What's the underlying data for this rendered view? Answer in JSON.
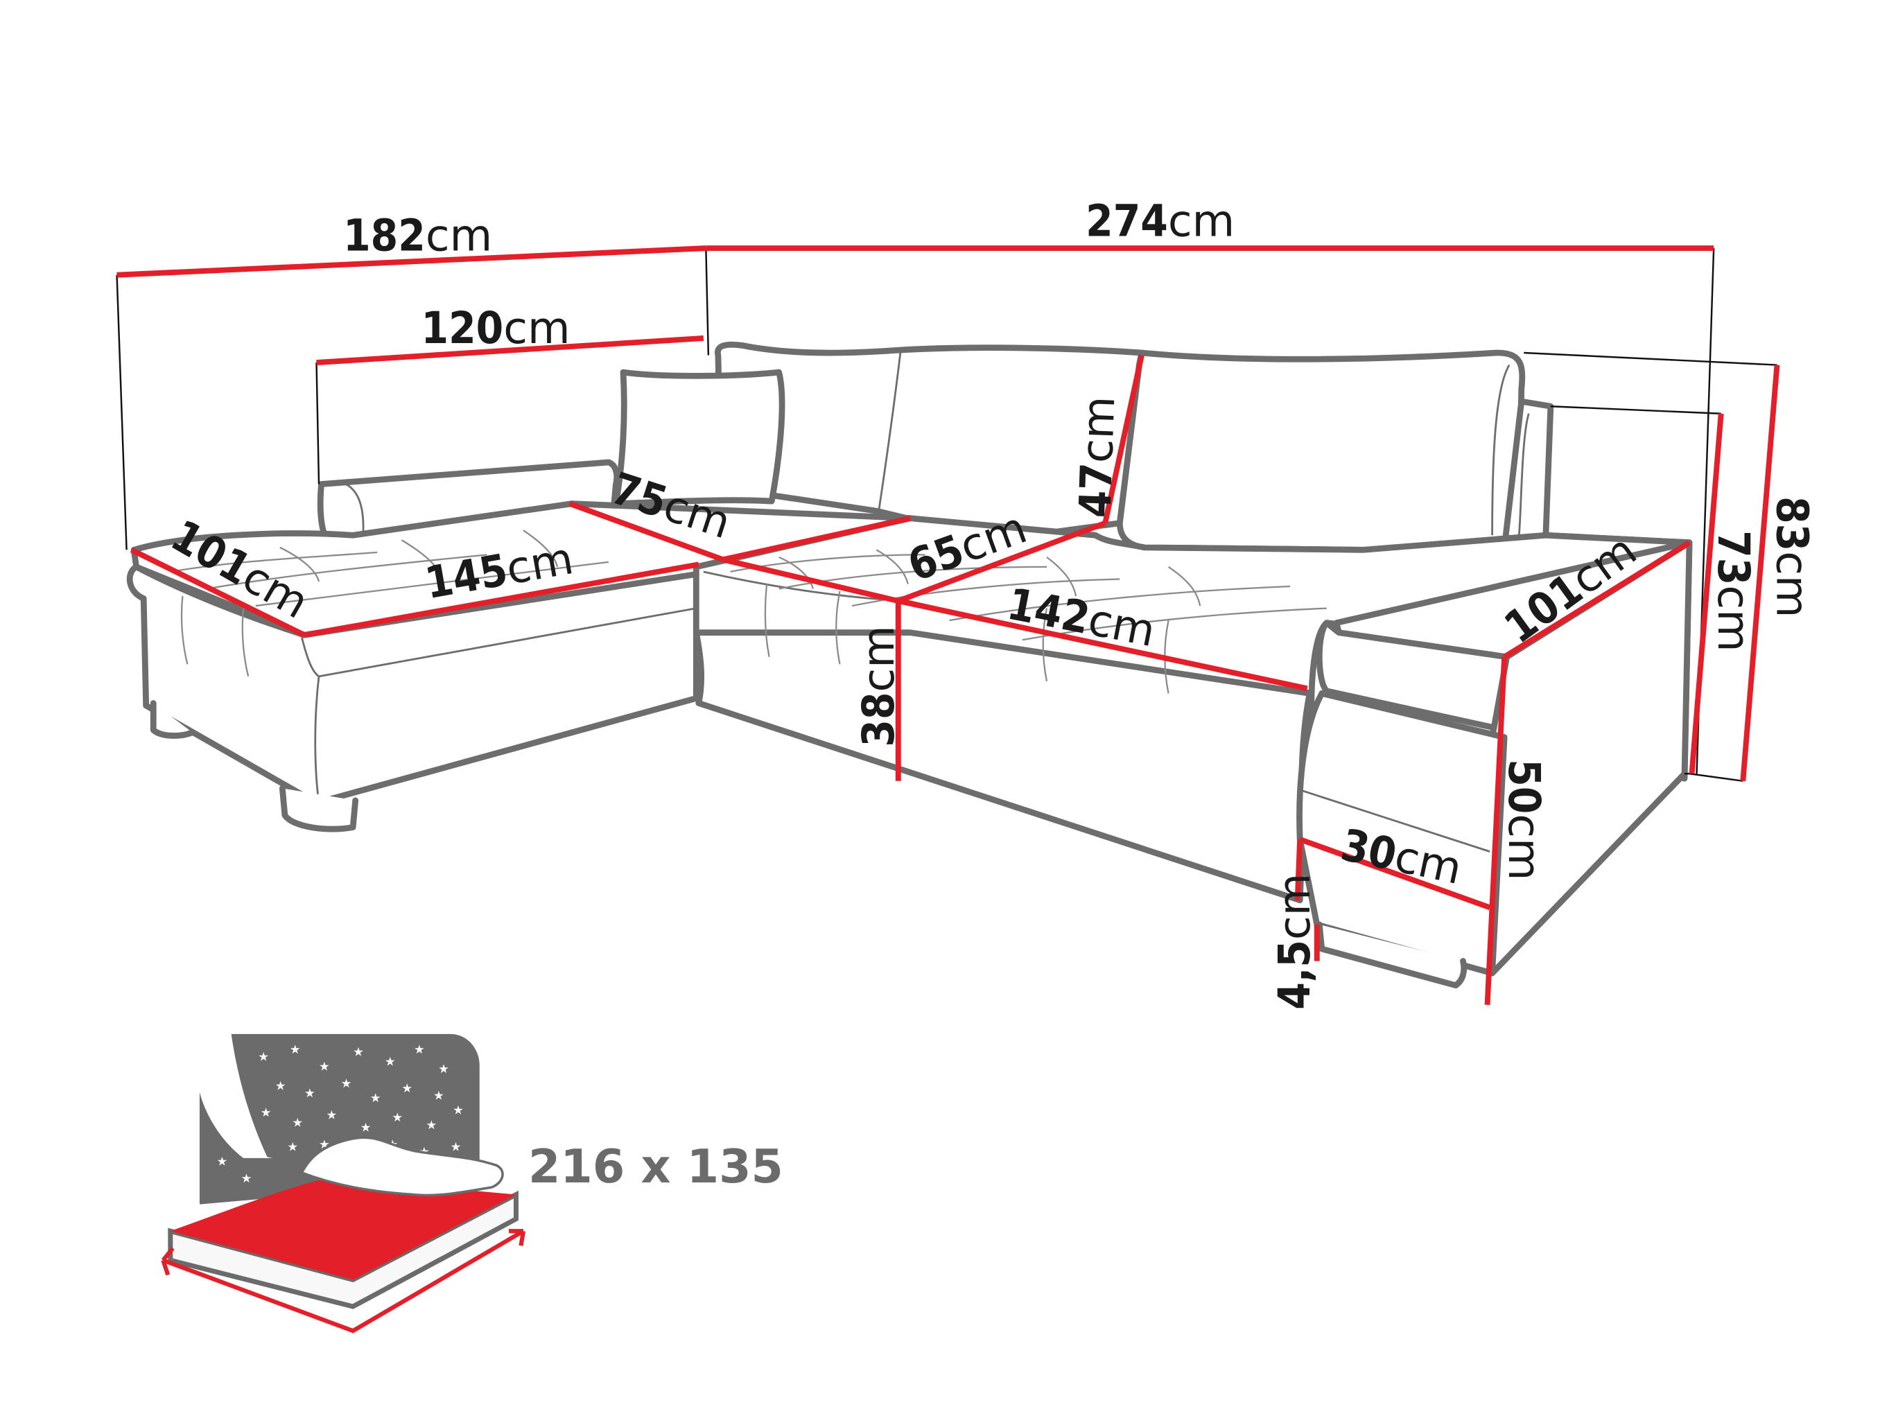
{
  "diagram": {
    "type": "corner-sofa-dimension-drawing",
    "colors": {
      "outline": "#6d6d6d",
      "dimension_line": "#e3202a",
      "text": "#1a1a1a",
      "icon_gray": "#6b6b6b",
      "icon_red": "#e3202a",
      "background": "#ffffff"
    },
    "unit": "cm",
    "dimensions": {
      "total_width_left": {
        "value": "182",
        "unit": "cm"
      },
      "total_width_right": {
        "value": "274",
        "unit": "cm"
      },
      "chaise_back_length": {
        "value": "120",
        "unit": "cm"
      },
      "chaise_depth": {
        "value": "101",
        "unit": "cm"
      },
      "chaise_seat_length": {
        "value": "145",
        "unit": "cm"
      },
      "corner_seat_depth": {
        "value": "75",
        "unit": "cm"
      },
      "seat_depth": {
        "value": "65",
        "unit": "cm"
      },
      "backrest_height": {
        "value": "47",
        "unit": "cm"
      },
      "seat_height": {
        "value": "38",
        "unit": "cm"
      },
      "seat_width": {
        "value": "142",
        "unit": "cm"
      },
      "armrest_depth": {
        "value": "101",
        "unit": "cm"
      },
      "height_at_armrest": {
        "value": "73",
        "unit": "cm"
      },
      "total_height": {
        "value": "83",
        "unit": "cm"
      },
      "armrest_height": {
        "value": "50",
        "unit": "cm"
      },
      "armrest_width": {
        "value": "30",
        "unit": "cm"
      },
      "leg_height": {
        "value": "4,5",
        "unit": "cm"
      }
    },
    "sleeping_area": {
      "icon": "bed-with-night-sky-icon",
      "label": "216 x 135"
    }
  }
}
